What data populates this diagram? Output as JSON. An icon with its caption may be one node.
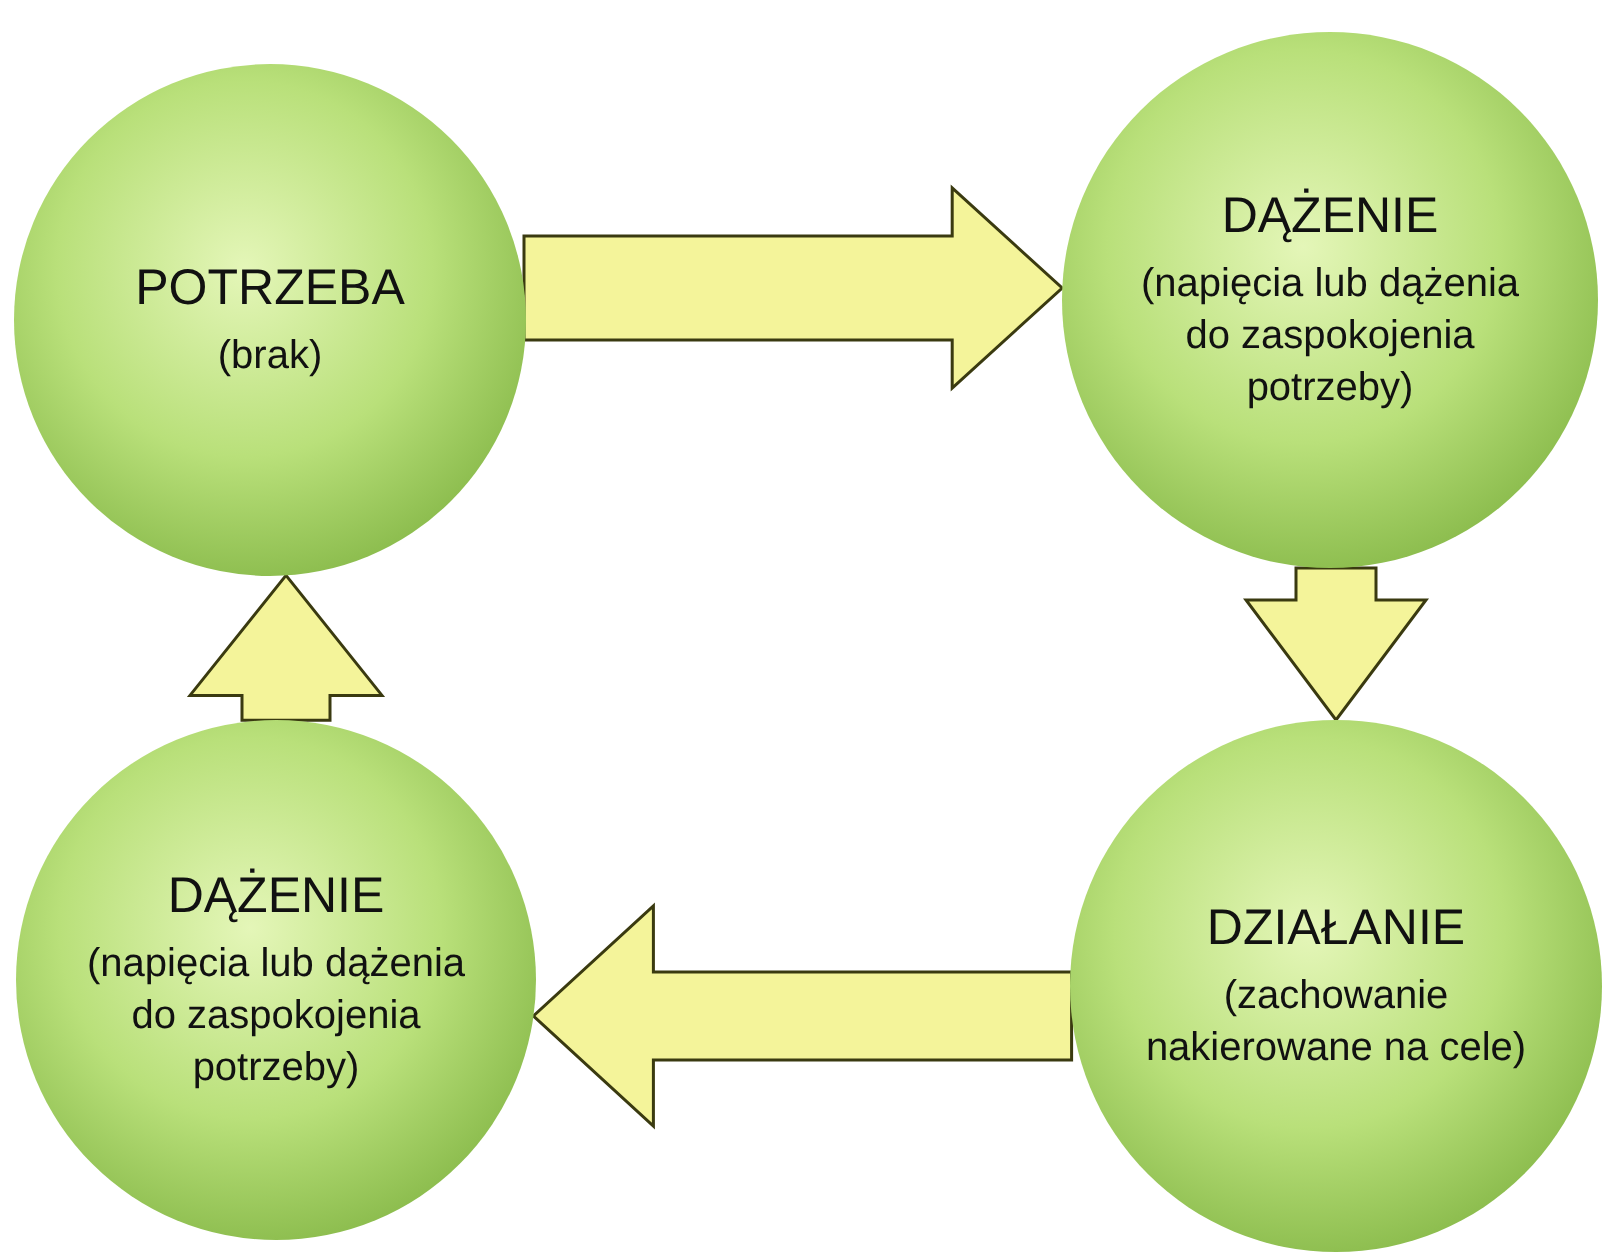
{
  "diagram": {
    "nodes": [
      {
        "text": [
          "POTRZEBA",
          "(brak)"
        ]
      },
      {
        "text": [
          "DĄŻENIE",
          "(napięcia lub dążenia do zaspokojenia potrzeby)"
        ]
      },
      {
        "text": [
          "DZIAŁANIE",
          "(zachowanie nakierowane na cele)"
        ]
      },
      {
        "text": [
          "DĄŻENIE",
          "(napięcia lub dążenia do zaspokojenia potrzeby)"
        ]
      }
    ],
    "edges": [
      {
        "from": 0,
        "to": 1,
        "arrow": "to"
      },
      {
        "from": 1,
        "to": 2,
        "arrow": "to"
      },
      {
        "from": 2,
        "to": 3,
        "arrow": "to"
      },
      {
        "from": 3,
        "to": 0,
        "arrow": "to"
      }
    ]
  }
}
